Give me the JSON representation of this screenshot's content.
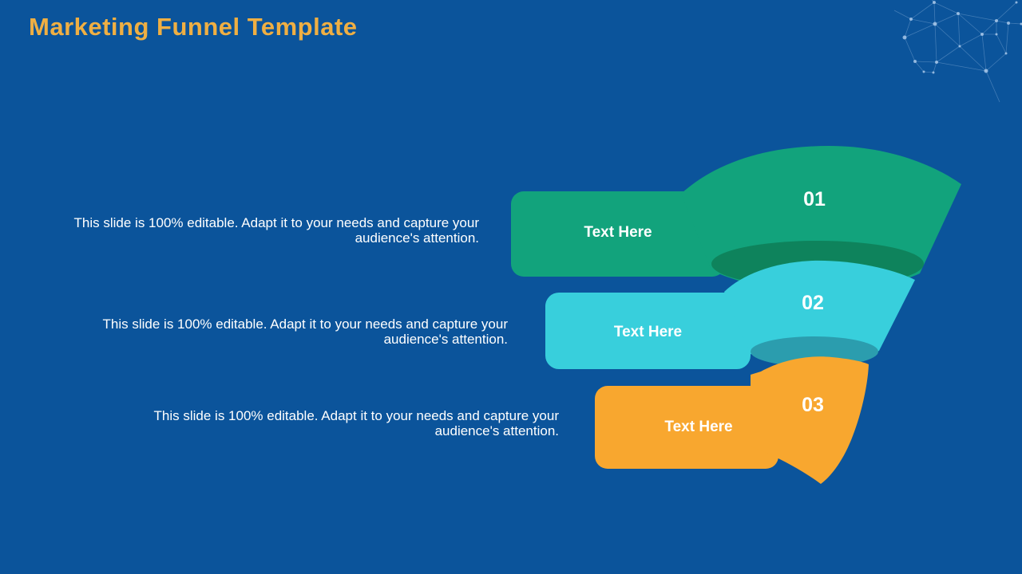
{
  "slide": {
    "title": "Marketing Funnel Template"
  },
  "colors": {
    "background": "#0B549B",
    "title": "#EFAF43",
    "text": "#FFFFFF",
    "stage1": "#12A37C",
    "stage1_shade": "#0E835C",
    "stage2": "#38CFDC",
    "stage2_shade": "#2B9DAE",
    "stage3": "#F8A72F"
  },
  "decoration": {
    "top_right": "polygon-network-mesh"
  },
  "stages": [
    {
      "number": "01",
      "label": "Text Here",
      "desc_line1": "This slide is 100% editable. Adapt it to your needs and capture your",
      "desc_line2": "audience's attention."
    },
    {
      "number": "02",
      "label": "Text Here",
      "desc_line1": "This slide is 100% editable. Adapt it to your needs and capture your",
      "desc_line2": "audience's attention."
    },
    {
      "number": "03",
      "label": "Text Here",
      "desc_line1": "This slide is 100% editable. Adapt it to your needs and capture your",
      "desc_line2": "audience's attention."
    }
  ]
}
